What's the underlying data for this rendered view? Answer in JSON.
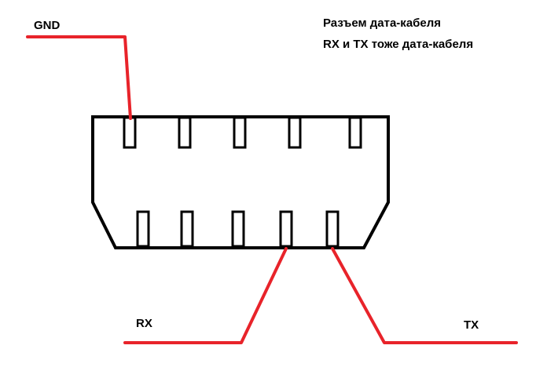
{
  "title": {
    "line1": "Разъем дата-кабеля",
    "line2": "RX и TX тоже дата-кабеля"
  },
  "labels": {
    "gnd": "GND",
    "rx": "RX",
    "tx": "TX"
  },
  "connector": {
    "top_pins": 5,
    "bottom_pins": 5
  },
  "colors": {
    "wire": "#e8232a",
    "outline": "#000000",
    "background": "#ffffff"
  }
}
